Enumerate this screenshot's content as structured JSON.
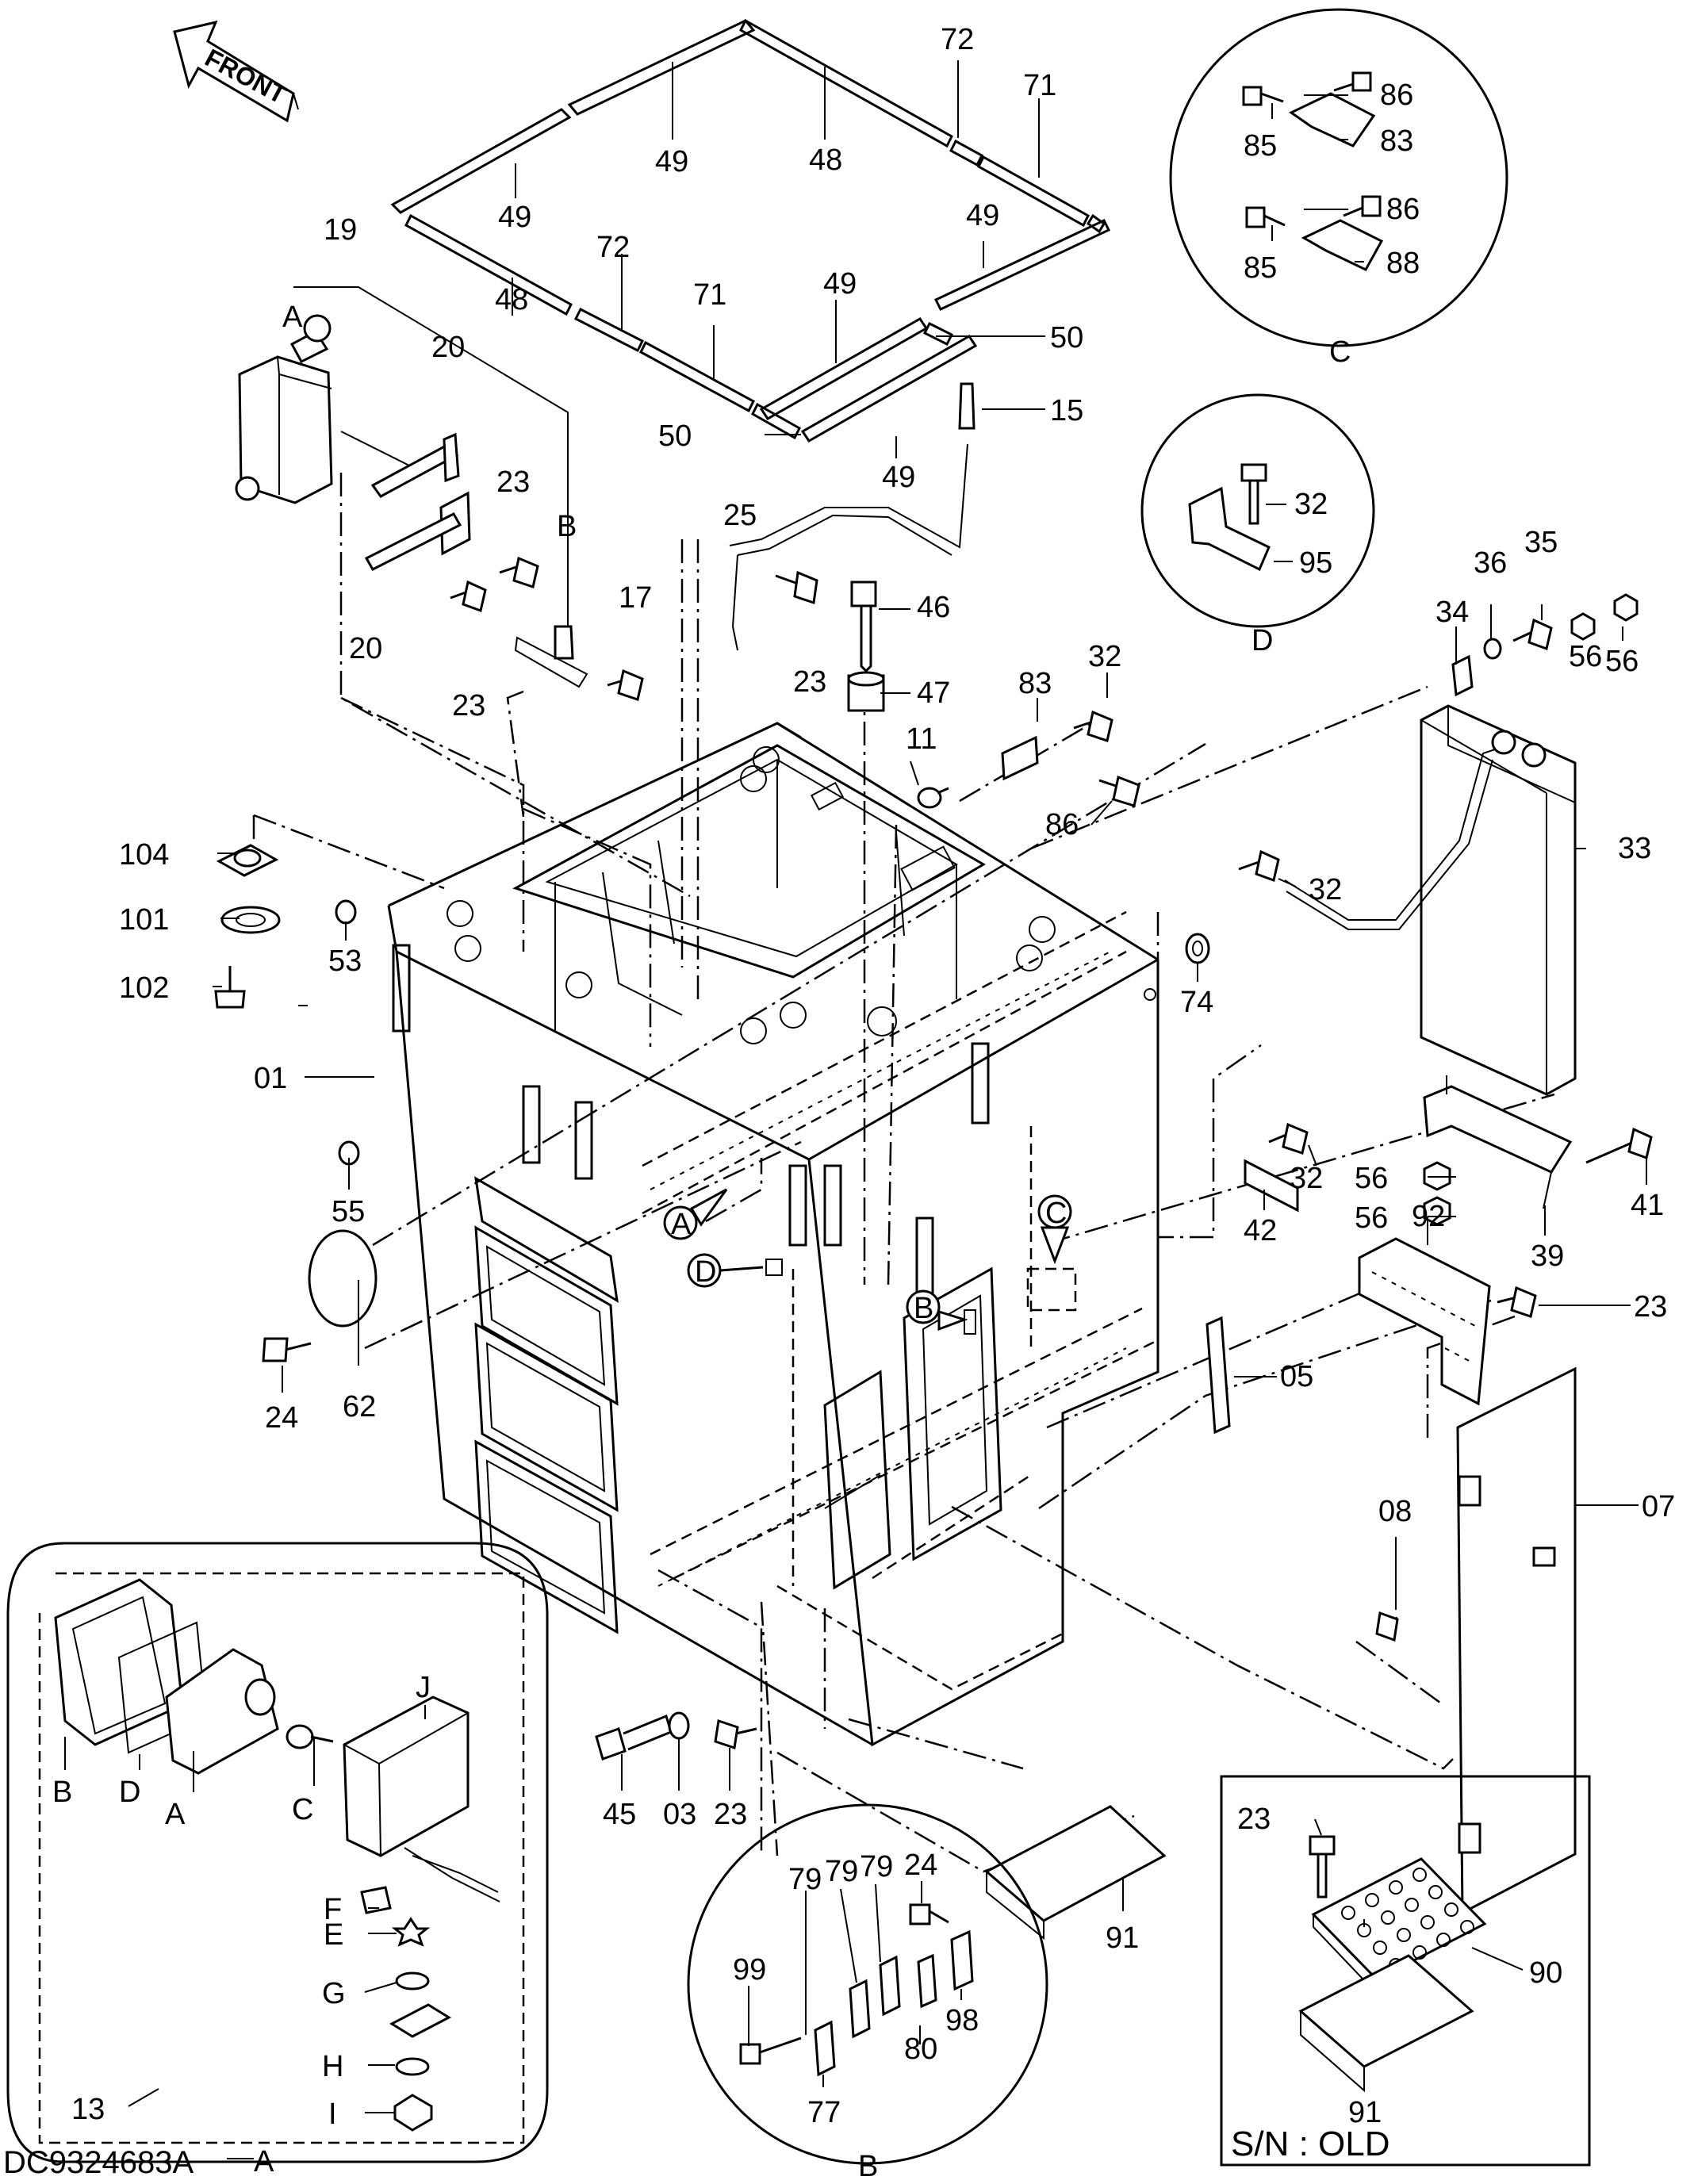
{
  "diagram": {
    "front_arrow_label": "FRONT",
    "document_id": "DC9324683A",
    "inset_note": "S/N : OLD",
    "callouts": [
      {
        "id": "c72a",
        "text": "72"
      },
      {
        "id": "c71a",
        "text": "71"
      },
      {
        "id": "c49a",
        "text": "49"
      },
      {
        "id": "c48a",
        "text": "48"
      },
      {
        "id": "c49b",
        "text": "49"
      },
      {
        "id": "c49c",
        "text": "49"
      },
      {
        "id": "c72b",
        "text": "72"
      },
      {
        "id": "c71b",
        "text": "71"
      },
      {
        "id": "c49d",
        "text": "49"
      },
      {
        "id": "c48b",
        "text": "48"
      },
      {
        "id": "c50a",
        "text": "50"
      },
      {
        "id": "c50b",
        "text": "50"
      },
      {
        "id": "c49e",
        "text": "49"
      },
      {
        "id": "c15",
        "text": "15"
      },
      {
        "id": "c19",
        "text": "19"
      },
      {
        "id": "cA1",
        "text": "A"
      },
      {
        "id": "c20a",
        "text": "20"
      },
      {
        "id": "c23a",
        "text": "23"
      },
      {
        "id": "cB1",
        "text": "B"
      },
      {
        "id": "c20b",
        "text": "20"
      },
      {
        "id": "c23b",
        "text": "23"
      },
      {
        "id": "c17",
        "text": "17"
      },
      {
        "id": "c25",
        "text": "25"
      },
      {
        "id": "c23c",
        "text": "23"
      },
      {
        "id": "c46",
        "text": "46"
      },
      {
        "id": "c47",
        "text": "47"
      },
      {
        "id": "c11",
        "text": "11"
      },
      {
        "id": "c83a",
        "text": "83"
      },
      {
        "id": "c32a",
        "text": "32"
      },
      {
        "id": "c86a",
        "text": "86"
      },
      {
        "id": "c86b",
        "text": "86"
      },
      {
        "id": "c85a",
        "text": "85"
      },
      {
        "id": "c83b",
        "text": "83"
      },
      {
        "id": "c86c",
        "text": "86"
      },
      {
        "id": "c85b",
        "text": "85"
      },
      {
        "id": "c88",
        "text": "88"
      },
      {
        "id": "cC1",
        "text": "C"
      },
      {
        "id": "c32b",
        "text": "32"
      },
      {
        "id": "c95",
        "text": "95"
      },
      {
        "id": "cD1",
        "text": "D"
      },
      {
        "id": "c34",
        "text": "34"
      },
      {
        "id": "c36",
        "text": "36"
      },
      {
        "id": "c35",
        "text": "35"
      },
      {
        "id": "c56a",
        "text": "56"
      },
      {
        "id": "c56b",
        "text": "56"
      },
      {
        "id": "c32c",
        "text": "32"
      },
      {
        "id": "c33",
        "text": "33"
      },
      {
        "id": "c104",
        "text": "104"
      },
      {
        "id": "c101",
        "text": "101"
      },
      {
        "id": "c102",
        "text": "102"
      },
      {
        "id": "c53",
        "text": "53"
      },
      {
        "id": "c01",
        "text": "01"
      },
      {
        "id": "c55",
        "text": "55"
      },
      {
        "id": "c74",
        "text": "74"
      },
      {
        "id": "c32d",
        "text": "32"
      },
      {
        "id": "c42",
        "text": "42"
      },
      {
        "id": "c56c",
        "text": "56"
      },
      {
        "id": "c56d",
        "text": "56"
      },
      {
        "id": "c41",
        "text": "41"
      },
      {
        "id": "c39",
        "text": "39"
      },
      {
        "id": "cA2",
        "text": "A"
      },
      {
        "id": "cD2",
        "text": "D"
      },
      {
        "id": "cC2",
        "text": "C"
      },
      {
        "id": "cB2",
        "text": "B"
      },
      {
        "id": "c92",
        "text": "92"
      },
      {
        "id": "c23d",
        "text": "23"
      },
      {
        "id": "c05",
        "text": "05"
      },
      {
        "id": "c24a",
        "text": "24"
      },
      {
        "id": "c62",
        "text": "62"
      },
      {
        "id": "c08",
        "text": "08"
      },
      {
        "id": "c07",
        "text": "07"
      },
      {
        "id": "cJ",
        "text": "J"
      },
      {
        "id": "cB3",
        "text": "B"
      },
      {
        "id": "cD3",
        "text": "D"
      },
      {
        "id": "cA3",
        "text": "A"
      },
      {
        "id": "cC3",
        "text": "C"
      },
      {
        "id": "cF",
        "text": "F"
      },
      {
        "id": "cE",
        "text": "E"
      },
      {
        "id": "cG",
        "text": "G"
      },
      {
        "id": "cH",
        "text": "H"
      },
      {
        "id": "cI",
        "text": "I"
      },
      {
        "id": "c13",
        "text": "13"
      },
      {
        "id": "cA4",
        "text": "A"
      },
      {
        "id": "c45",
        "text": "45"
      },
      {
        "id": "c03",
        "text": "03"
      },
      {
        "id": "c23e",
        "text": "23"
      },
      {
        "id": "c91a",
        "text": "91"
      },
      {
        "id": "c24b",
        "text": "24"
      },
      {
        "id": "c79a",
        "text": "79"
      },
      {
        "id": "c79b",
        "text": "79"
      },
      {
        "id": "c79c",
        "text": "79"
      },
      {
        "id": "c99",
        "text": "99"
      },
      {
        "id": "c98",
        "text": "98"
      },
      {
        "id": "c80",
        "text": "80"
      },
      {
        "id": "c77",
        "text": "77"
      },
      {
        "id": "cB4",
        "text": "B"
      },
      {
        "id": "c23f",
        "text": "23"
      },
      {
        "id": "c90",
        "text": "90"
      },
      {
        "id": "c91b",
        "text": "91"
      }
    ]
  }
}
